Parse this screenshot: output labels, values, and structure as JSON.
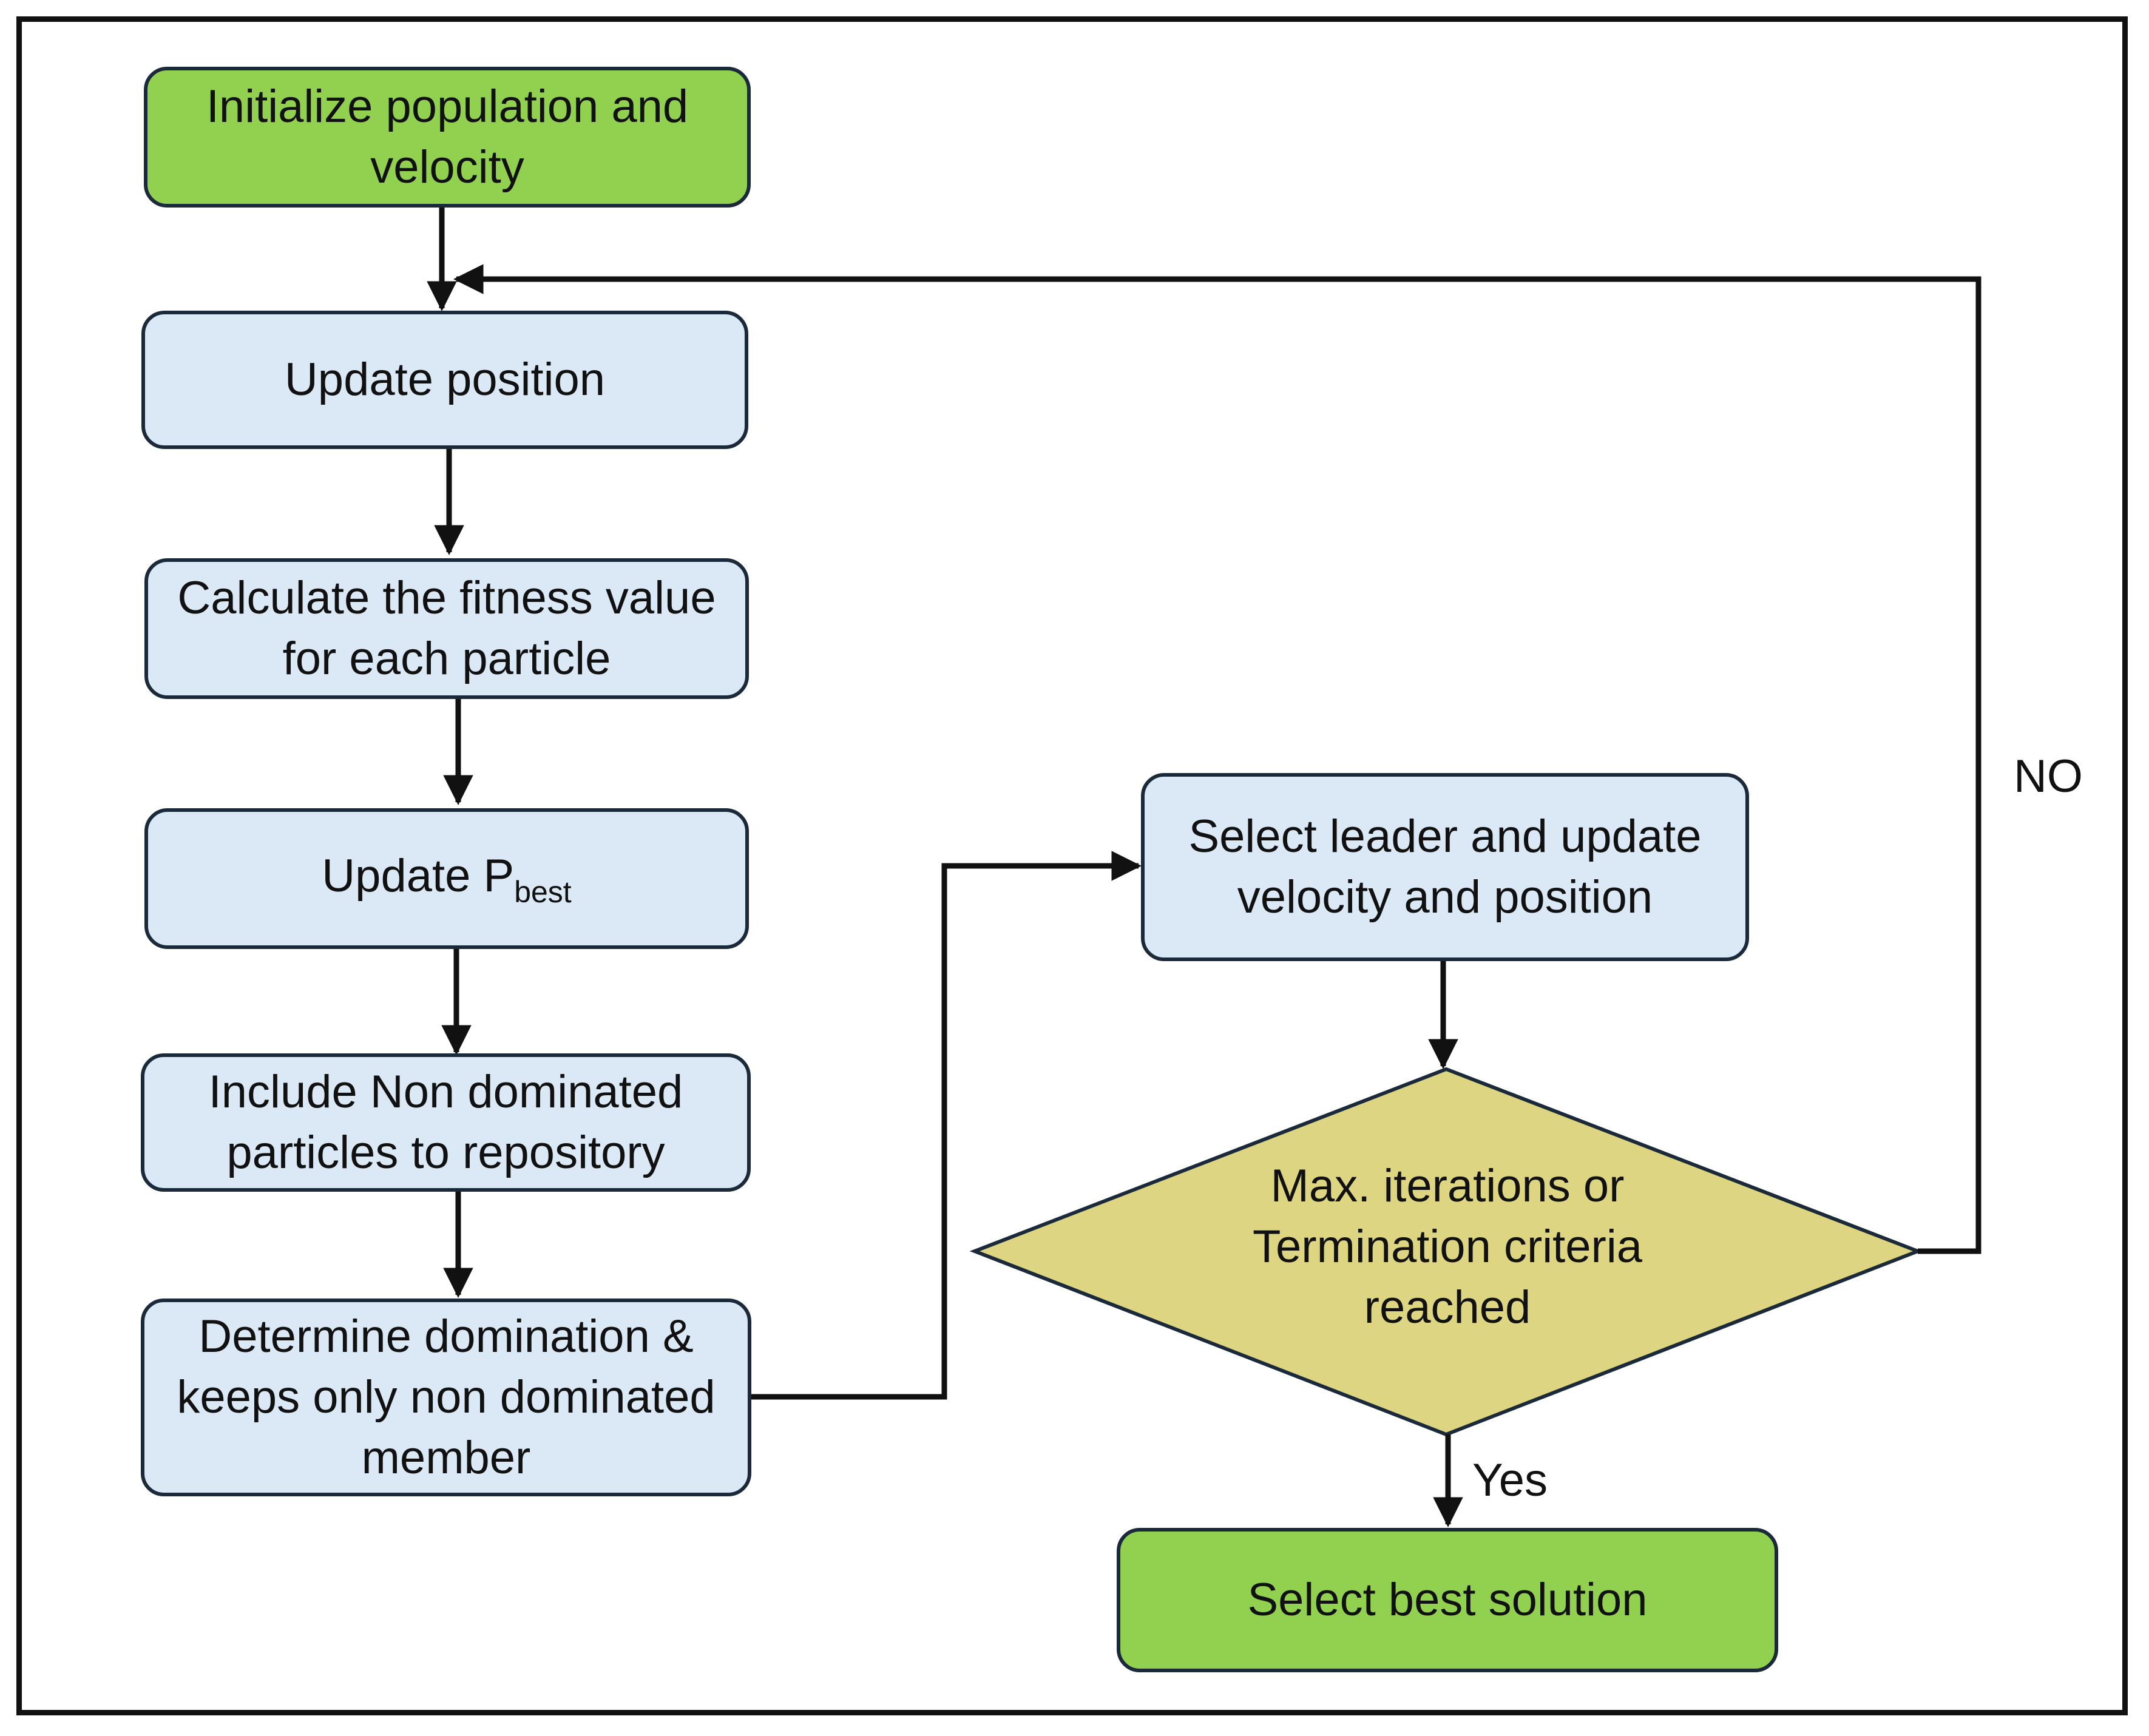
{
  "nodes": {
    "init": "Initialize population and velocity",
    "update_position": "Update position",
    "fitness": "Calculate the fitness value for each particle",
    "pbest_main": "Update P",
    "pbest_sub": "best",
    "include": "Include Non dominated particles to repository",
    "determine": "Determine domination & keeps only non dominated member",
    "select_leader": "Select leader and update velocity and position",
    "decision": "Max. iterations or Termination criteria reached",
    "best": "Select best solution"
  },
  "edge_labels": {
    "no": "NO",
    "yes": "Yes"
  },
  "colors": {
    "terminal_fill": "#92d050",
    "process_fill": "#dbe9f6",
    "decision_fill": "#ddd581",
    "stroke": "#1b2a3a",
    "line": "#111111"
  }
}
